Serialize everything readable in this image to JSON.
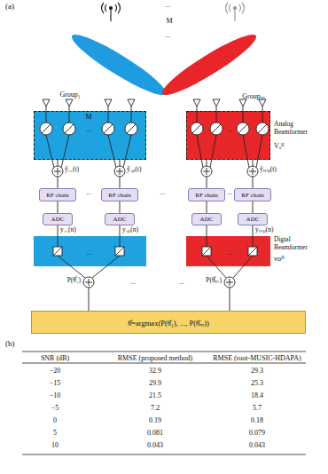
{
  "diagram": {
    "nodes": [
      {
        "text": [
          "Group₁"
        ]
      },
      {
        "text": [
          "Groupₘ"
        ]
      },
      {
        "text": [
          "RF chain"
        ]
      },
      {
        "text": [
          "RF chain"
        ]
      },
      {
        "text": [
          "RF chain"
        ]
      },
      {
        "text": [
          "RF chain"
        ]
      },
      {
        "text": [
          "ADC"
        ]
      },
      {
        "text": [
          "ADC"
        ]
      },
      {
        "text": [
          "ADC"
        ]
      },
      {
        "text": [
          "ADC"
        ]
      },
      {
        "text": [
          "θ̂=argmax(P(θ̂₁), ..., P(θ̂ₘ))"
        ]
      }
    ],
    "edges": [
      {
        "from": 0,
        "to": 2,
        "arrow": "none"
      },
      {
        "from": 0,
        "to": 3,
        "arrow": "none"
      },
      {
        "from": 1,
        "to": 4,
        "arrow": "none"
      },
      {
        "from": 1,
        "to": 5,
        "arrow": "none"
      },
      {
        "from": 2,
        "to": 6,
        "arrow": "none"
      },
      {
        "from": 3,
        "to": 7,
        "arrow": "none"
      },
      {
        "from": 4,
        "to": 8,
        "arrow": "none"
      },
      {
        "from": 5,
        "to": 9,
        "arrow": "none"
      }
    ],
    "labels": [
      "(a)",
      "...",
      "M",
      "...",
      "M",
      "...",
      "...",
      "Analog Beamformer",
      "Vₐᴴ",
      "ỹ₁₁(t)",
      "ỹ₁ₚ(t)",
      "ỹₘₚ(t)",
      "...",
      "...",
      "...",
      "y₁₁(n)",
      "y₁ₚ(n)",
      "yₘₚ(n)",
      "Digtal Beamformer",
      "vᴅᴴ",
      "...",
      "...",
      "P(θ̂₁)",
      "...",
      "...",
      "P(θ̂ₘ)",
      "(b)",
      "SNR (dB)",
      "RMSE (proposed method)",
      "RMSE (root-MUSIC-HDAPA)",
      "−20",
      "32.9",
      "29.3",
      "−15",
      "29.9",
      "25.3",
      "−10",
      "21.5",
      "18.4",
      "−5",
      "7.2",
      "5.7",
      "0",
      "0.19",
      "0.18",
      "5",
      "0.081",
      "0.079",
      "10",
      "0.043",
      "0.043"
    ]
  }
}
